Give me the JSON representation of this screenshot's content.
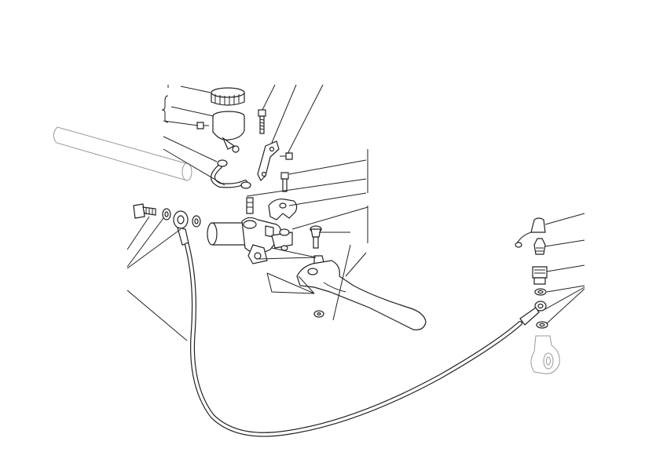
{
  "diagram": {
    "background": "#ffffff",
    "line_color": "#222222",
    "ghost_color": "#999999",
    "parts": [
      "handlebar",
      "reservoir-cap",
      "reservoir-body",
      "reservoir-bracket",
      "feed-hose",
      "hose-clamp",
      "banjo-bolt",
      "sealing-washer",
      "banjo-fitting",
      "master-cylinder",
      "clamp-half",
      "lever-pivot-bolt",
      "clutch-lever",
      "brake-hose",
      "rubber-cap",
      "bleed-valve",
      "slave-cylinder-port"
    ]
  }
}
